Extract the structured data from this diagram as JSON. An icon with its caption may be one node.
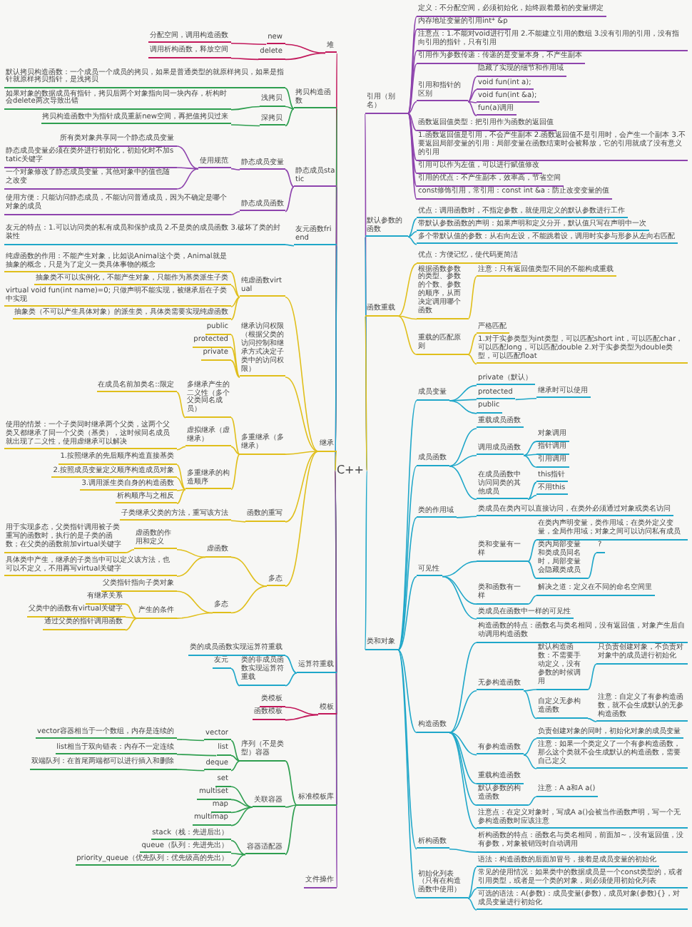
{
  "diagram": {
    "nodes": [
      {
        "text": [
          "C++"
        ]
      },
      {
        "text": [
          "堆"
        ]
      },
      {
        "text": [
          "new"
        ]
      },
      {
        "text": [
          "分配空间，调用构造函数"
        ]
      },
      {
        "text": [
          "delete"
        ]
      },
      {
        "text": [
          "调用析构函数，释放空间"
        ]
      },
      {
        "text": [
          "拷贝构造函数"
        ]
      },
      {
        "text": [
          "默认拷贝构造函数：一个成员一个成员的拷贝，如果是普通类型的就原样拷贝，如果是指针就原样拷贝指针，是浅拷贝"
        ]
      },
      {
        "text": [
          "浅拷贝"
        ]
      },
      {
        "text": [
          "如果对象的数据成员有指针，拷贝后两个对象指向同一块内存，析构时会delete两次导致出错"
        ]
      },
      {
        "text": [
          "深拷贝"
        ]
      },
      {
        "text": [
          "拷贝构造函数中为指针成员重新new空间，再把值拷贝过来"
        ]
      },
      {
        "text": [
          "静态成员static"
        ]
      },
      {
        "text": [
          "静态成员变量"
        ]
      },
      {
        "text": [
          "使用规范"
        ]
      },
      {
        "text": [
          "所有类对象共享同一个静态成员变量"
        ]
      },
      {
        "text": [
          "静态成员变量必须在类外进行初始化，初始化时不加static关键字"
        ]
      },
      {
        "text": [
          "一个对象修改了静态成员变量，其他对象中的值也随之改变"
        ]
      },
      {
        "text": [
          "静态成员函数"
        ]
      },
      {
        "text": [
          "使用方便：只能访问静态成员，不能访问普通成员，因为不确定是哪个对象的成员"
        ]
      },
      {
        "text": [
          "友元函数friend"
        ]
      },
      {
        "text": [
          "友元的特点：1.可以访问类的私有成员和保护成员 2.不是类的成员函数 3.破坏了类的封装性"
        ]
      },
      {
        "text": [
          "继承"
        ]
      },
      {
        "text": [
          "纯虚函数virtual"
        ]
      },
      {
        "text": [
          "纯虚函数的作用：不能产生对象，比如说Animal这个类，Animal就是抽象的概念，只是为了定义一类具体事物的概念"
        ]
      },
      {
        "text": [
          "抽象类不可以实例化，不能产生对象，只能作为基类派生子类"
        ]
      },
      {
        "text": [
          "virtual void fun(int name)=0; 只做声明不能实现，被继承后在子类中实现"
        ]
      },
      {
        "text": [
          "抽象类（不可以产生具体对象）的派生类，具体类需要实现纯虚函数"
        ]
      },
      {
        "text": [
          "继承访问权限（根据父类的访问控制和继承方式决定子类中的访问权限）"
        ]
      },
      {
        "text": [
          "public"
        ]
      },
      {
        "text": [
          "protected"
        ]
      },
      {
        "text": [
          "private"
        ]
      },
      {
        "text": [
          "多重继承（多继承）"
        ]
      },
      {
        "text": [
          "多继承产生的二义性（多个父类同名成员）"
        ]
      },
      {
        "text": [
          "在成员名前加类名::限定"
        ]
      },
      {
        "text": [
          "虚拟继承（虚继承）"
        ]
      },
      {
        "text": [
          "使用的情景：一个子类同时继承两个父类，这两个父类又都继承了同一个父类（基类），这时候同名成员就出现了二义性，使用虚继承可以解决"
        ]
      },
      {
        "text": [
          "多重继承的构造顺序"
        ]
      },
      {
        "text": [
          "1.按照继承的先后顺序构造直接基类"
        ]
      },
      {
        "text": [
          "2.按照成员变量定义顺序构造成员对象"
        ]
      },
      {
        "text": [
          "3.调用派生类自身的构造函数"
        ]
      },
      {
        "text": [
          "析构顺序与之相反"
        ]
      },
      {
        "text": [
          "函数的重写"
        ]
      },
      {
        "text": [
          "子类继承父类的方法，重写该方法"
        ]
      },
      {
        "text": [
          "多态"
        ]
      },
      {
        "text": [
          "虚函数"
        ]
      },
      {
        "text": [
          "虚函数的作用和定义"
        ]
      },
      {
        "text": [
          "用于实现多态，父类指针调用被子类重写的函数时，执行的是子类的函数；在父类的函数前加virtual关键字"
        ]
      },
      {
        "text": [
          "具体类中产生，继承的子类当中可以定义该方法，也可以不定义，不用再写virtual关键字"
        ]
      },
      {
        "text": [
          "多态"
        ]
      },
      {
        "text": [
          "父类指针指向子类对象"
        ]
      },
      {
        "text": [
          "产生的条件"
        ]
      },
      {
        "text": [
          "有继承关系"
        ]
      },
      {
        "text": [
          "父类中的函数有virtual关键字"
        ]
      },
      {
        "text": [
          "通过父类的指针调用函数"
        ]
      },
      {
        "text": [
          "运算符重载"
        ]
      },
      {
        "text": [
          "类的成员函数实现运算符重载"
        ]
      },
      {
        "text": [
          "类的非成员函数实现运算符重载"
        ]
      },
      {
        "text": [
          "友元"
        ]
      },
      {
        "text": [
          "模板"
        ]
      },
      {
        "text": [
          "类模板"
        ]
      },
      {
        "text": [
          "函数模板"
        ]
      },
      {
        "text": [
          "标准模板库"
        ]
      },
      {
        "text": [
          "序列（不是类型）容器"
        ]
      },
      {
        "text": [
          "vector"
        ]
      },
      {
        "text": [
          "vector容器相当于一个数组，内存是连续的"
        ]
      },
      {
        "text": [
          "list"
        ]
      },
      {
        "text": [
          "list相当于双向链表：内存不一定连续"
        ]
      },
      {
        "text": [
          "deque"
        ]
      },
      {
        "text": [
          "双端队列：在首尾两端都可以进行插入和删除"
        ]
      },
      {
        "text": [
          "关联容器"
        ]
      },
      {
        "text": [
          "set"
        ]
      },
      {
        "text": [
          "multiset"
        ]
      },
      {
        "text": [
          "map"
        ]
      },
      {
        "text": [
          "multimap"
        ]
      },
      {
        "text": [
          "容器适配器"
        ]
      },
      {
        "text": [
          "stack（栈：先进后出）"
        ]
      },
      {
        "text": [
          "queue（队列：先进先出）"
        ]
      },
      {
        "text": [
          "priority_queue（优先队列：优先级高的先出）"
        ]
      },
      {
        "text": [
          "文件操作"
        ]
      },
      {
        "text": [
          "引用（别名）"
        ]
      },
      {
        "text": [
          "定义：不分配空间，必须初始化，始终跟着最初的变量绑定"
        ]
      },
      {
        "text": [
          "内存地址变量的引用int* &p"
        ]
      },
      {
        "text": [
          "注意点：1.不能对void进行引用 2.不能建立引用的数组 3.没有引用的引用，没有指向引用的指针，只有引用"
        ]
      },
      {
        "text": [
          "引用作为参数传递：传递的是变量本身，不产生副本"
        ]
      },
      {
        "text": [
          "引用和指针的区别"
        ]
      },
      {
        "text": [
          "隐藏了实现的细节和作用域"
        ]
      },
      {
        "text": [
          "void fun(int a);"
        ]
      },
      {
        "text": [
          "void fun(int &a);"
        ]
      },
      {
        "text": [
          "fun(a)调用"
        ]
      },
      {
        "text": [
          "函数返回值类型：把引用作为函数的返回值"
        ]
      },
      {
        "text": [
          "1.函数返回值是引用，不会产生副本 2.函数返回值不是引用时，会产生一个副本 3.不要返回局部变量的引用：局部变量在函数结束时会被释放，它的引用就成了没有意义的引用"
        ]
      },
      {
        "text": [
          "引用可以作为左值，可以进行赋值修改"
        ]
      },
      {
        "text": [
          "引用的优点：不产生副本，效率高，节省空间"
        ]
      },
      {
        "text": [
          "const修饰引用，常引用：const int &a：防止改变变量的值"
        ]
      },
      {
        "text": [
          "默认参数的函数"
        ]
      },
      {
        "text": [
          "优点：调用函数时，不指定参数，就使用定义的默认参数进行工作"
        ]
      },
      {
        "text": [
          "带默认参数函数的声明：如果声明和定义分开，默认值只写在声明中一次"
        ]
      },
      {
        "text": [
          "多个带默认值的参数：从右向左设，不能跳着设，调用时实参与形参从左向右匹配"
        ]
      },
      {
        "text": [
          "函数重载"
        ]
      },
      {
        "text": [
          "优点：方便记忆，使代码更简洁"
        ]
      },
      {
        "text": [
          "根据函数参数的类型、参数的个数、参数的顺序，从而决定调用哪个函数"
        ]
      },
      {
        "text": [
          "注意：只有返回值类型不同的不能构成重载"
        ]
      },
      {
        "text": [
          "重载的匹配原则"
        ]
      },
      {
        "text": [
          "严格匹配"
        ]
      },
      {
        "text": [
          "1.对于实参类型为int类型，可以匹配short int，可以匹配char，可以匹配long，可以匹配double 2.对于实参类型为double类型，可以匹配float"
        ]
      },
      {
        "text": [
          "类和对象"
        ]
      },
      {
        "text": [
          "成员变量"
        ]
      },
      {
        "text": [
          "private（默认）"
        ]
      },
      {
        "text": [
          "protected"
        ]
      },
      {
        "text": [
          "继承时可以使用"
        ]
      },
      {
        "text": [
          "public"
        ]
      },
      {
        "text": [
          "成员函数"
        ]
      },
      {
        "text": [
          "重载成员函数"
        ]
      },
      {
        "text": [
          "调用成员函数"
        ]
      },
      {
        "text": [
          "对象调用"
        ]
      },
      {
        "text": [
          "指针调用"
        ]
      },
      {
        "text": [
          "引用调用"
        ]
      },
      {
        "text": [
          "在成员函数中访问同类的其他成员"
        ]
      },
      {
        "text": [
          "this指针"
        ]
      },
      {
        "text": [
          "不用this"
        ]
      },
      {
        "text": [
          "类的作用域"
        ]
      },
      {
        "text": [
          "类成员在类内可以直接访问，在类外必须通过对象或类名访问"
        ]
      },
      {
        "text": [
          "可见性"
        ]
      },
      {
        "text": [
          "类和变量有一样"
        ]
      },
      {
        "text": [
          "在类内声明变量，类作用域；在类外定义变量，全局作用域；对象之间可以访问私有成员"
        ]
      },
      {
        "text": [
          "类内局部变量和类成员同名时，局部变量会隐藏类成员"
        ]
      },
      {
        "text": [
          "?"
        ]
      },
      {
        "text": [
          "类和函数有一样"
        ]
      },
      {
        "text": [
          "解决之道：定义在不同的命名空间里"
        ]
      },
      {
        "text": [
          "类成员在函数中一样的可见性"
        ]
      },
      {
        "text": [
          "构造函数"
        ]
      },
      {
        "text": [
          "构造函数的特点：函数名与类名相同，没有返回值，对象产生后自动调用构造函数"
        ]
      },
      {
        "text": [
          "无参构造函数"
        ]
      },
      {
        "text": [
          "默认构造函数：不需要手动定义，没有参数的时候调用"
        ]
      },
      {
        "text": [
          "只负责创建对象，不负责对对象中的成员进行初始化"
        ]
      },
      {
        "text": [
          "自定义无参构造函数"
        ]
      },
      {
        "text": [
          "注意：自定义了有参构造函数，就不会生成默认的无参构造函数"
        ]
      },
      {
        "text": [
          "有参构造函数"
        ]
      },
      {
        "text": [
          "负责创建对象的同时，初始化对象的成员变量"
        ]
      },
      {
        "text": [
          "注意：如果一个类定义了一个有参构造函数，那么这个类就不会生成默认的构造函数，需要自己定义"
        ]
      },
      {
        "text": [
          "重载构造函数"
        ]
      },
      {
        "text": [
          "默认参数的构造函数"
        ]
      },
      {
        "text": [
          "注意：A a和A a()"
        ]
      },
      {
        "text": [
          "注意点：在定义对象时，写成A a()会被当作函数声明，写一个无参构造函数时应该注意"
        ]
      },
      {
        "text": [
          "析构函数"
        ]
      },
      {
        "text": [
          "析构函数的特点：函数名与类名相同，前面加~，没有返回值，没有参数，对象被销毁时自动调用"
        ]
      },
      {
        "text": [
          "初始化列表（只有在构造函数中使用）"
        ]
      },
      {
        "text": [
          "语法：构造函数的后面加冒号，接着是成员变量的初始化"
        ]
      },
      {
        "text": [
          "常见的使用情况：如果类中的数据成员是一个const类型的，或者引用类型，或者是一个类的对象，则必须使用初始化列表"
        ]
      },
      {
        "text": [
          "可选的语法：A(参数)：成员变量(参数)，成员对象(参数){}，对成员变量进行初始化"
        ]
      }
    ],
    "edges": [
      {
        "from": 0,
        "to": 1,
        "arrow": "none",
        "color": "#c2185b"
      },
      {
        "from": 1,
        "to": 2,
        "arrow": "none",
        "color": "#c2185b"
      },
      {
        "from": 2,
        "to": 3,
        "arrow": "none",
        "color": "#c2185b"
      },
      {
        "from": 1,
        "to": 4,
        "arrow": "none",
        "color": "#c2185b"
      },
      {
        "from": 4,
        "to": 5,
        "arrow": "none",
        "color": "#c2185b"
      },
      {
        "from": 0,
        "to": 6,
        "arrow": "none",
        "color": "#2e9e4f"
      },
      {
        "from": 6,
        "to": 7,
        "arrow": "none",
        "color": "#2e9e4f"
      },
      {
        "from": 6,
        "to": 8,
        "arrow": "none",
        "color": "#2e9e4f"
      },
      {
        "from": 8,
        "to": 9,
        "arrow": "none",
        "color": "#2e9e4f"
      },
      {
        "from": 6,
        "to": 10,
        "arrow": "none",
        "color": "#2e9e4f"
      },
      {
        "from": 10,
        "to": 11,
        "arrow": "none",
        "color": "#2e9e4f"
      },
      {
        "from": 0,
        "to": 12,
        "arrow": "none",
        "color": "#8e44ad"
      },
      {
        "from": 12,
        "to": 13,
        "arrow": "none",
        "color": "#8e44ad"
      },
      {
        "from": 13,
        "to": 14,
        "arrow": "none",
        "color": "#8e44ad"
      },
      {
        "from": 14,
        "to": 15,
        "arrow": "none",
        "color": "#8e44ad"
      },
      {
        "from": 14,
        "to": 16,
        "arrow": "none",
        "color": "#8e44ad"
      },
      {
        "from": 14,
        "to": 17,
        "arrow": "none",
        "color": "#8e44ad"
      },
      {
        "from": 12,
        "to": 18,
        "arrow": "none",
        "color": "#8e44ad"
      },
      {
        "from": 18,
        "to": 19,
        "arrow": "none",
        "color": "#8e44ad"
      },
      {
        "from": 0,
        "to": 20,
        "arrow": "none"
      },
      {
        "from": 20,
        "to": 21,
        "arrow": "none"
      },
      {
        "from": 0,
        "to": 22,
        "arrow": "none",
        "color": "#e0bf1b"
      },
      {
        "from": 22,
        "to": 23,
        "arrow": "none",
        "color": "#e0bf1b"
      },
      {
        "from": 23,
        "to": 24,
        "arrow": "none",
        "color": "#e0bf1b"
      },
      {
        "from": 23,
        "to": 25,
        "arrow": "none",
        "color": "#e0bf1b"
      },
      {
        "from": 23,
        "to": 26,
        "arrow": "none",
        "color": "#e0bf1b"
      },
      {
        "from": 23,
        "to": 27,
        "arrow": "none",
        "color": "#e0bf1b"
      },
      {
        "from": 22,
        "to": 28,
        "arrow": "none",
        "color": "#e0bf1b"
      },
      {
        "from": 28,
        "to": 29,
        "arrow": "none",
        "color": "#e0bf1b"
      },
      {
        "from": 28,
        "to": 30,
        "arrow": "none",
        "color": "#e0bf1b"
      },
      {
        "from": 28,
        "to": 31,
        "arrow": "none",
        "color": "#e0bf1b"
      },
      {
        "from": 22,
        "to": 32,
        "arrow": "none",
        "color": "#e0bf1b"
      },
      {
        "from": 32,
        "to": 33,
        "arrow": "none",
        "color": "#e0bf1b"
      },
      {
        "from": 33,
        "to": 34,
        "arrow": "none",
        "color": "#e0bf1b"
      },
      {
        "from": 32,
        "to": 35,
        "arrow": "none",
        "color": "#e0bf1b"
      },
      {
        "from": 35,
        "to": 36,
        "arrow": "none",
        "color": "#e0bf1b"
      },
      {
        "from": 32,
        "to": 37,
        "arrow": "none",
        "color": "#e0bf1b"
      },
      {
        "from": 37,
        "to": 38,
        "arrow": "none",
        "color": "#e0bf1b"
      },
      {
        "from": 37,
        "to": 39,
        "arrow": "none",
        "color": "#e0bf1b"
      },
      {
        "from": 37,
        "to": 40,
        "arrow": "none",
        "color": "#e0bf1b"
      },
      {
        "from": 37,
        "to": 41,
        "arrow": "none",
        "color": "#e0bf1b"
      },
      {
        "from": 22,
        "to": 42,
        "arrow": "none",
        "color": "#e0bf1b"
      },
      {
        "from": 42,
        "to": 43,
        "arrow": "none",
        "color": "#e0bf1b"
      },
      {
        "from": 22,
        "to": 44,
        "arrow": "none",
        "color": "#e0bf1b"
      },
      {
        "from": 44,
        "to": 45,
        "arrow": "none",
        "color": "#e0bf1b"
      },
      {
        "from": 45,
        "to": 46,
        "arrow": "none",
        "color": "#e0bf1b"
      },
      {
        "from": 46,
        "to": 47,
        "arrow": "none",
        "color": "#e0bf1b"
      },
      {
        "from": 45,
        "to": 48,
        "arrow": "none",
        "color": "#e0bf1b"
      },
      {
        "from": 44,
        "to": 49,
        "arrow": "none",
        "color": "#e0bf1b"
      },
      {
        "from": 49,
        "to": 50,
        "arrow": "none",
        "color": "#e0bf1b"
      },
      {
        "from": 49,
        "to": 51,
        "arrow": "none",
        "color": "#e0bf1b"
      },
      {
        "from": 51,
        "to": 52,
        "arrow": "none",
        "color": "#e0bf1b"
      },
      {
        "from": 51,
        "to": 53,
        "arrow": "none",
        "color": "#e0bf1b"
      },
      {
        "from": 51,
        "to": 54,
        "arrow": "none",
        "color": "#e0bf1b"
      },
      {
        "from": 0,
        "to": 55,
        "arrow": "none"
      },
      {
        "from": 55,
        "to": 56,
        "arrow": "none"
      },
      {
        "from": 55,
        "to": 57,
        "arrow": "none"
      },
      {
        "from": 57,
        "to": 58,
        "arrow": "none"
      },
      {
        "from": 0,
        "to": 59,
        "arrow": "none",
        "color": "#c2185b"
      },
      {
        "from": 59,
        "to": 60,
        "arrow": "none",
        "color": "#c2185b"
      },
      {
        "from": 59,
        "to": 61,
        "arrow": "none",
        "color": "#c2185b"
      },
      {
        "from": 0,
        "to": 62,
        "arrow": "none",
        "color": "#2e9e4f"
      },
      {
        "from": 62,
        "to": 63,
        "arrow": "none",
        "color": "#2e9e4f"
      },
      {
        "from": 63,
        "to": 64,
        "arrow": "none",
        "color": "#2e9e4f"
      },
      {
        "from": 64,
        "to": 65,
        "arrow": "none",
        "color": "#2e9e4f"
      },
      {
        "from": 63,
        "to": 66,
        "arrow": "none",
        "color": "#2e9e4f"
      },
      {
        "from": 66,
        "to": 67,
        "arrow": "none",
        "color": "#2e9e4f"
      },
      {
        "from": 63,
        "to": 68,
        "arrow": "none",
        "color": "#2e9e4f"
      },
      {
        "from": 68,
        "to": 69,
        "arrow": "none",
        "color": "#2e9e4f"
      },
      {
        "from": 62,
        "to": 70,
        "arrow": "none",
        "color": "#2e9e4f"
      },
      {
        "from": 70,
        "to": 71,
        "arrow": "none",
        "color": "#2e9e4f"
      },
      {
        "from": 70,
        "to": 72,
        "arrow": "none",
        "color": "#2e9e4f"
      },
      {
        "from": 70,
        "to": 73,
        "arrow": "none",
        "color": "#2e9e4f"
      },
      {
        "from": 70,
        "to": 74,
        "arrow": "none",
        "color": "#2e9e4f"
      },
      {
        "from": 62,
        "to": 75,
        "arrow": "none",
        "color": "#2e9e4f"
      },
      {
        "from": 75,
        "to": 76,
        "arrow": "none",
        "color": "#2e9e4f"
      },
      {
        "from": 75,
        "to": 77,
        "arrow": "none",
        "color": "#2e9e4f"
      },
      {
        "from": 75,
        "to": 78,
        "arrow": "none",
        "color": "#2e9e4f"
      },
      {
        "from": 0,
        "to": 79,
        "arrow": "none",
        "color": "#8e44ad"
      },
      {
        "from": 0,
        "to": 80,
        "arrow": "none",
        "color": "#8e44ad"
      },
      {
        "from": 80,
        "to": 81,
        "arrow": "none",
        "color": "#8e44ad"
      },
      {
        "from": 80,
        "to": 82,
        "arrow": "none",
        "color": "#8e44ad"
      },
      {
        "from": 80,
        "to": 83,
        "arrow": "none",
        "color": "#8e44ad"
      },
      {
        "from": 80,
        "to": 84,
        "arrow": "none",
        "color": "#8e44ad"
      },
      {
        "from": 80,
        "to": 85,
        "arrow": "none",
        "color": "#8e44ad"
      },
      {
        "from": 85,
        "to": 86,
        "arrow": "none",
        "color": "#8e44ad"
      },
      {
        "from": 85,
        "to": 87,
        "arrow": "none",
        "color": "#8e44ad"
      },
      {
        "from": 85,
        "to": 88,
        "arrow": "none",
        "color": "#8e44ad"
      },
      {
        "from": 85,
        "to": 89,
        "arrow": "none",
        "color": "#8e44ad"
      },
      {
        "from": 80,
        "to": 90,
        "arrow": "none",
        "color": "#8e44ad"
      },
      {
        "from": 80,
        "to": 91,
        "arrow": "none",
        "color": "#8e44ad"
      },
      {
        "from": 80,
        "to": 92,
        "arrow": "none",
        "color": "#8e44ad"
      },
      {
        "from": 80,
        "to": 93,
        "arrow": "none",
        "color": "#8e44ad"
      },
      {
        "from": 80,
        "to": 94,
        "arrow": "none",
        "color": "#8e44ad"
      },
      {
        "from": 0,
        "to": 95,
        "arrow": "none"
      },
      {
        "from": 95,
        "to": 96,
        "arrow": "none"
      },
      {
        "from": 95,
        "to": 97,
        "arrow": "none"
      },
      {
        "from": 95,
        "to": 98,
        "arrow": "none"
      },
      {
        "from": 0,
        "to": 99,
        "arrow": "none",
        "color": "#e0bf1b"
      },
      {
        "from": 99,
        "to": 100,
        "arrow": "none",
        "color": "#e0bf1b"
      },
      {
        "from": 99,
        "to": 101,
        "arrow": "none",
        "color": "#e0bf1b"
      },
      {
        "from": 101,
        "to": 102,
        "arrow": "none",
        "color": "#e0bf1b"
      },
      {
        "from": 99,
        "to": 103,
        "arrow": "none",
        "color": "#e0bf1b"
      },
      {
        "from": 103,
        "to": 104,
        "arrow": "none",
        "color": "#e0bf1b"
      },
      {
        "from": 103,
        "to": 105,
        "arrow": "none",
        "color": "#e0bf1b"
      },
      {
        "from": 0,
        "to": 106,
        "arrow": "none"
      },
      {
        "from": 106,
        "to": 107,
        "arrow": "none"
      },
      {
        "from": 107,
        "to": 108,
        "arrow": "none"
      },
      {
        "from": 107,
        "to": 109,
        "arrow": "none"
      },
      {
        "from": 109,
        "to": 110,
        "arrow": "none"
      },
      {
        "from": 107,
        "to": 111,
        "arrow": "none"
      },
      {
        "from": 106,
        "to": 112,
        "arrow": "none"
      },
      {
        "from": 112,
        "to": 113,
        "arrow": "none"
      },
      {
        "from": 112,
        "to": 114,
        "arrow": "none"
      },
      {
        "from": 114,
        "to": 115,
        "arrow": "none"
      },
      {
        "from": 114,
        "to": 116,
        "arrow": "none"
      },
      {
        "from": 114,
        "to": 117,
        "arrow": "none"
      },
      {
        "from": 112,
        "to": 118,
        "arrow": "none"
      },
      {
        "from": 118,
        "to": 119,
        "arrow": "none"
      },
      {
        "from": 118,
        "to": 120,
        "arrow": "none"
      },
      {
        "from": 106,
        "to": 121,
        "arrow": "none"
      },
      {
        "from": 121,
        "to": 122,
        "arrow": "none"
      },
      {
        "from": 106,
        "to": 123,
        "arrow": "none"
      },
      {
        "from": 123,
        "to": 124,
        "arrow": "none"
      },
      {
        "from": 124,
        "to": 125,
        "arrow": "none"
      },
      {
        "from": 124,
        "to": 126,
        "arrow": "none"
      },
      {
        "from": 126,
        "to": 127,
        "arrow": "none"
      },
      {
        "from": 123,
        "to": 128,
        "arrow": "none"
      },
      {
        "from": 128,
        "to": 129,
        "arrow": "none"
      },
      {
        "from": 123,
        "to": 130,
        "arrow": "none"
      },
      {
        "from": 106,
        "to": 131,
        "arrow": "none"
      },
      {
        "from": 131,
        "to": 132,
        "arrow": "none"
      },
      {
        "from": 131,
        "to": 133,
        "arrow": "none"
      },
      {
        "from": 133,
        "to": 134,
        "arrow": "none"
      },
      {
        "from": 134,
        "to": 135,
        "arrow": "none"
      },
      {
        "from": 133,
        "to": 136,
        "arrow": "none"
      },
      {
        "from": 136,
        "to": 137,
        "arrow": "none"
      },
      {
        "from": 131,
        "to": 138,
        "arrow": "none"
      },
      {
        "from": 138,
        "to": 139,
        "arrow": "none"
      },
      {
        "from": 138,
        "to": 140,
        "arrow": "none"
      },
      {
        "from": 131,
        "to": 141,
        "arrow": "none"
      },
      {
        "from": 131,
        "to": 142,
        "arrow": "none"
      },
      {
        "from": 142,
        "to": 143,
        "arrow": "none"
      },
      {
        "from": 131,
        "to": 144,
        "arrow": "none"
      },
      {
        "from": 106,
        "to": 145,
        "arrow": "none"
      },
      {
        "from": 145,
        "to": 146,
        "arrow": "none"
      },
      {
        "from": 106,
        "to": 147,
        "arrow": "none"
      },
      {
        "from": 147,
        "to": 148,
        "arrow": "none"
      },
      {
        "from": 147,
        "to": 149,
        "arrow": "none"
      },
      {
        "from": 147,
        "to": 150,
        "arrow": "none"
      }
    ]
  }
}
